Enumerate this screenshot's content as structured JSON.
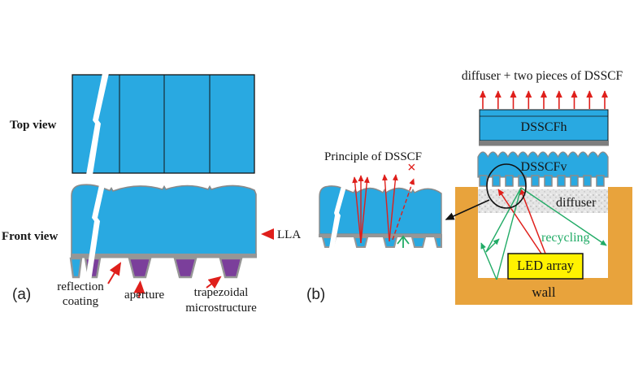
{
  "figure": {
    "panel_a": {
      "tag": "(a)",
      "top_view_label": "Top view",
      "front_view_label": "Front view",
      "lla_label": "LLA",
      "reflection_coating_label": "reflection coating",
      "aperture_label": "aperture",
      "trapezoidal_label": "trapezoidal microstructure"
    },
    "panel_b": {
      "tag": "(b)",
      "principle_label": "Principle of DSSCF",
      "header_label": "diffuser + two pieces of DSSCF",
      "dsscfh_label": "DSSCFh",
      "dsscfv_label": "DSSCFv",
      "diffuser_label": "diffuser",
      "recycling_label": "recycling",
      "led_label": "LED array",
      "wall_label": "wall",
      "reject_mark": "×"
    },
    "colors": {
      "lens_blue": "#29a9e1",
      "microstructure_purple": "#7b3f9b",
      "coating_gray": "#969696",
      "spacer_gray": "#7f7f7f",
      "wall_orange": "#e8a33c",
      "led_yellow": "#fff200",
      "ray_red": "#df1f1b",
      "recycle_green": "#21ab66"
    }
  }
}
